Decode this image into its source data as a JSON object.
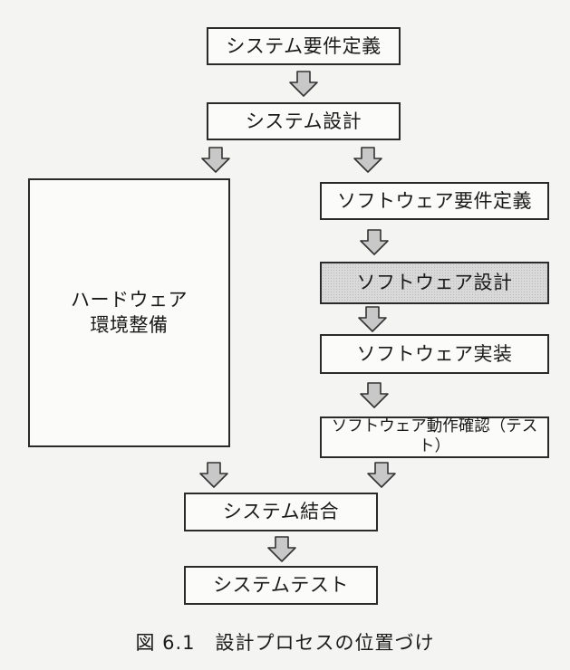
{
  "boxes": {
    "system_requirements": "システム要件定義",
    "system_design": "システム設計",
    "hardware_line1": "ハードウェア",
    "hardware_line2": "環境整備",
    "software_requirements": "ソフトウェア要件定義",
    "software_design": "ソフトウェア設計",
    "software_implementation": "ソフトウェア実装",
    "software_test": "ソフトウェア動作確認（テスト）",
    "system_integration": "システム結合",
    "system_test": "システムテスト"
  },
  "caption": "図 6.1　設計プロセスの位置づけ",
  "highlighted_box": "software_design",
  "colors": {
    "border": "#2a2a2a",
    "arrow_fill": "#c8c8c8",
    "highlight_fill": "#d9d9d9"
  },
  "icons": {
    "flow_arrow": "down-arrow-icon"
  }
}
